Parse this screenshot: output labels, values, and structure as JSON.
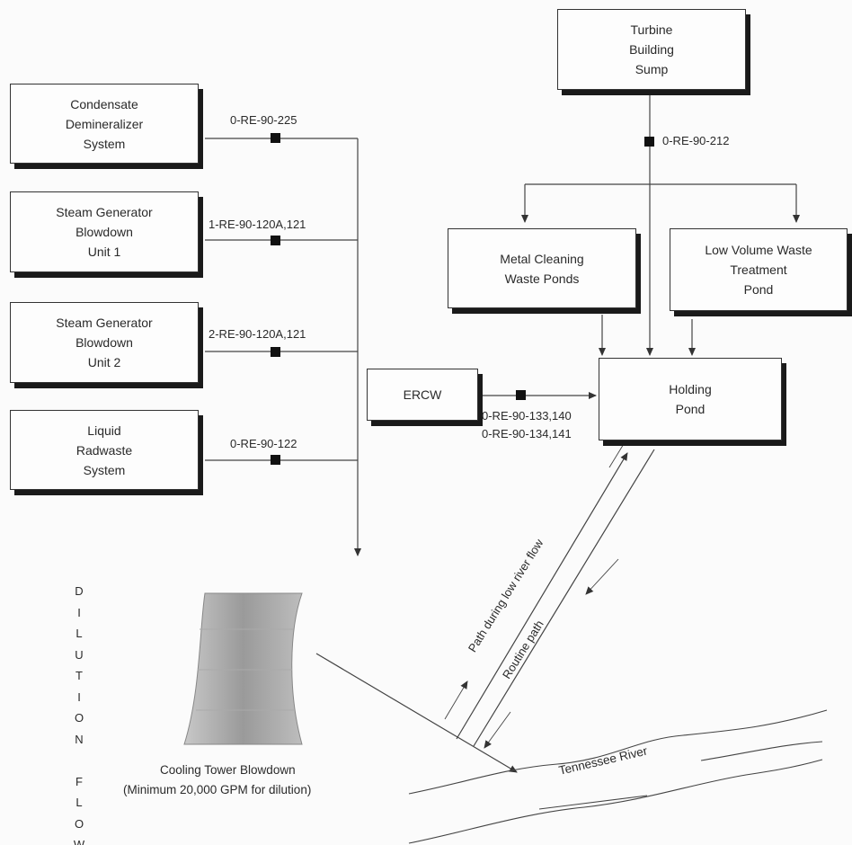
{
  "boxes": {
    "condensate": "Condensate\nDemineralizer\nSystem",
    "sg_unit1": "Steam Generator\nBlowdown\nUnit 1",
    "sg_unit2": "Steam Generator\nBlowdown\nUnit 2",
    "liquid_radwaste": "Liquid\nRadwaste\nSystem",
    "turbine_sump": "Turbine\nBuilding\nSump",
    "metal_cleaning": "Metal Cleaning\nWaste Ponds",
    "low_volume": "Low Volume Waste\nTreatment\nPond",
    "ercw": "ERCW",
    "holding_pond": "Holding\nPond"
  },
  "monitors": {
    "condensate": "0-RE-90-225",
    "sg_unit1": "1-RE-90-120A,121",
    "sg_unit2": "2-RE-90-120A,121",
    "liquid_radwaste": "0-RE-90-122",
    "turbine_sump": "0-RE-90-212",
    "ercw_a": "0-RE-90-133,140",
    "ercw_b": "0-RE-90-134,141"
  },
  "cooling_tower": {
    "label_line1": "Cooling Tower Blowdown",
    "label_line2": "(Minimum 20,000 GPM for dilution)"
  },
  "dilution_flow": [
    "D",
    "I",
    "L",
    "U",
    "T",
    "I",
    "O",
    "N",
    "",
    "F",
    "L",
    "O",
    "W"
  ],
  "paths": {
    "low_flow": "Path during low river flow",
    "routine": "Routine path"
  },
  "river": "Tennessee River"
}
